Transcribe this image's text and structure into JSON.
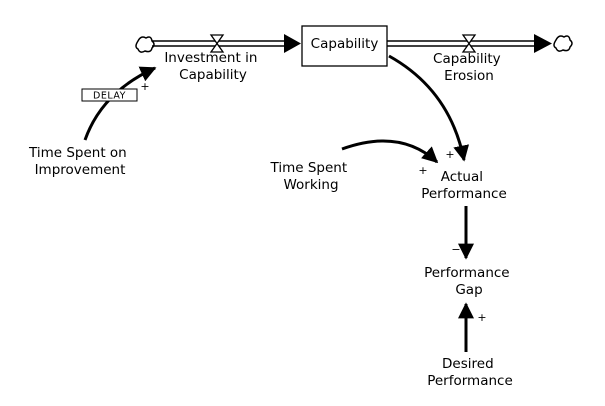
{
  "stock": {
    "label": "Capability"
  },
  "flows": {
    "inflow": {
      "line1": "Investment in",
      "line2": "Capability"
    },
    "outflow": {
      "line1": "Capability",
      "line2": "Erosion"
    }
  },
  "variables": {
    "time_improvement": {
      "line1": "Time Spent on",
      "line2": "Improvement"
    },
    "time_working": {
      "line1": "Time Spent",
      "line2": "Working"
    },
    "actual_performance": {
      "line1": "Actual",
      "line2": "Performance"
    },
    "performance_gap": {
      "line1": "Performance",
      "line2": "Gap"
    },
    "desired_performance": {
      "line1": "Desired",
      "line2": "Performance"
    }
  },
  "delay_label": "DELAY",
  "polarities": {
    "improvement_to_investment": "+",
    "capability_to_actual": "+",
    "working_to_actual": "+",
    "actual_to_gap": "−",
    "desired_to_gap": "+"
  }
}
